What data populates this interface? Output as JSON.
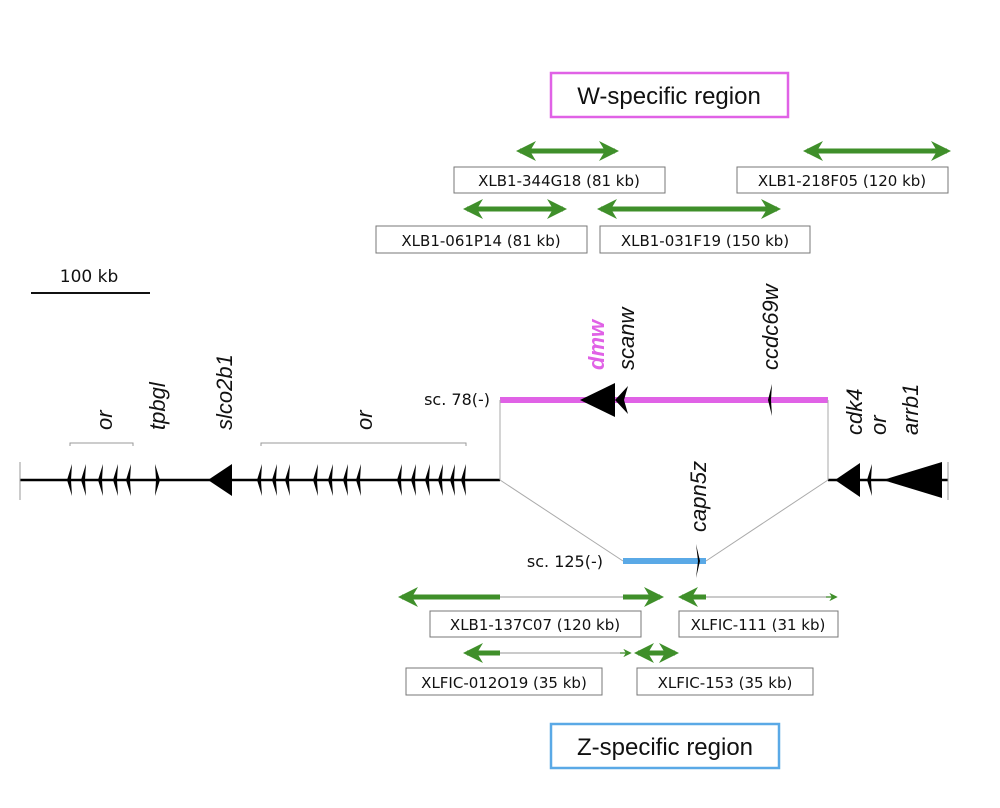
{
  "colors": {
    "w_region": "#e062e6",
    "z_region": "#5aa9e6",
    "clone_arrow": "#3f8f2a",
    "gene": "#000000",
    "connector": "#aaaaaa"
  },
  "scale_bar": {
    "label": "100 kb"
  },
  "regions": {
    "w": {
      "label": "W-specific region"
    },
    "z": {
      "label": "Z-specific region"
    }
  },
  "scaffolds": {
    "w": {
      "label": "sc. 78(-)"
    },
    "z": {
      "label": "sc. 125(-)"
    }
  },
  "genes": {
    "or_left": "or",
    "tpbgl": "tpbgl",
    "slco2b1": "slco2b1",
    "or_mid": "or",
    "dmw": "dmw",
    "scanw": "scanw",
    "ccdc69w": "ccdc69w",
    "cdk4": "cdk4",
    "or_right": "or",
    "arrb1": "arrb1",
    "capn5z": "capn5z"
  },
  "w_clones": [
    {
      "label": "XLB1-344G18 (81 kb)"
    },
    {
      "label": "XLB1-218F05 (120 kb)"
    },
    {
      "label": "XLB1-061P14 (81 kb)"
    },
    {
      "label": "XLB1-031F19 (150 kb)"
    }
  ],
  "z_clones": [
    {
      "label": "XLB1-137C07 (120 kb)"
    },
    {
      "label": "XLFIC-111 (31 kb)"
    },
    {
      "label": "XLFIC-012O19 (35 kb)"
    },
    {
      "label": "XLFIC-153 (35 kb)"
    }
  ]
}
